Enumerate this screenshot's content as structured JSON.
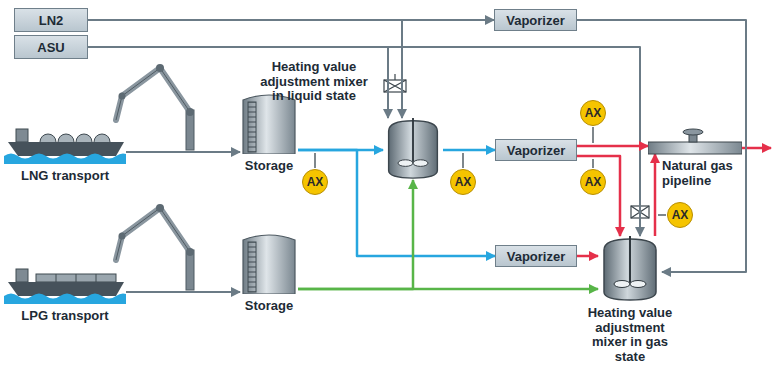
{
  "diagram": {
    "nodes": [
      {
        "text": [
          "LN2"
        ]
      },
      {
        "text": [
          "Vaporizer"
        ]
      },
      {
        "text": [
          "ASU"
        ]
      },
      {
        "text": [
          "Heating value adjustment mixer in liquid state"
        ]
      },
      {
        "text": [
          "LNG transport"
        ]
      },
      {
        "text": [
          "Storage"
        ]
      },
      {
        "text": [
          "AX"
        ]
      },
      {
        "text": [
          "AX"
        ]
      },
      {
        "text": [
          "Vaporizer"
        ]
      },
      {
        "text": [
          "AX"
        ]
      },
      {
        "text": [
          "AX"
        ]
      },
      {
        "text": [
          "Natural gas pipeline"
        ]
      },
      {
        "text": [
          "AX"
        ]
      },
      {
        "text": [
          "Vaporizer"
        ]
      },
      {
        "text": [
          "Heating value adjustment mixer in gas state"
        ]
      },
      {
        "text": [
          "LPG transport"
        ]
      },
      {
        "text": [
          "Storage"
        ]
      }
    ],
    "edges": [
      {
        "from": 0,
        "to": 1,
        "arrow": "to"
      },
      {
        "from": 0,
        "to": 3,
        "arrow": "to"
      },
      {
        "from": 2,
        "to": 3,
        "arrow": "to"
      },
      {
        "from": 2,
        "to": 14,
        "arrow": "to"
      },
      {
        "from": 1,
        "to": 14,
        "arrow": "to"
      },
      {
        "from": 4,
        "to": 5,
        "arrow": "to"
      },
      {
        "from": 5,
        "to": 3,
        "arrow": "to"
      },
      {
        "from": 5,
        "to": 13,
        "arrow": "to"
      },
      {
        "from": 3,
        "to": 8,
        "arrow": "to"
      },
      {
        "from": 8,
        "to": 11,
        "arrow": "to"
      },
      {
        "from": 8,
        "to": 14,
        "arrow": "to"
      },
      {
        "from": 13,
        "to": 14,
        "arrow": "to"
      },
      {
        "from": 14,
        "to": 11,
        "arrow": "to"
      },
      {
        "from": 15,
        "to": 16,
        "arrow": "to"
      },
      {
        "from": 16,
        "to": 3,
        "arrow": "to"
      },
      {
        "from": 16,
        "to": 14,
        "arrow": "to"
      }
    ]
  }
}
